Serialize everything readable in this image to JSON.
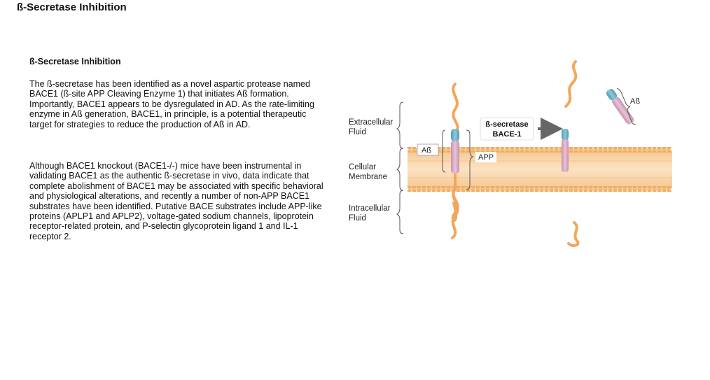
{
  "page": {
    "title": "ß-Secretase Inhibition"
  },
  "article": {
    "heading": "ß-Secretase Inhibition",
    "paragraphs": [
      "The ß-secretase has been identified as a novel aspartic protease named BACE1 (ß-site APP Cleaving Enzyme 1) that initiates Aß formation. Importantly, BACE1 appears to be dysregulated in AD. As the rate-limiting enzyme in Aß generation, BACE1, in principle, is a potential therapeutic target for strategies to reduce the production of Aß in AD.",
      "Although BACE1 knockout (BACE1-/-) mice have been instrumental in validating BACE1 as the authentic ß-secretase in vivo, data indicate that complete abolishment of BACE1 may be associated with specific behavioral and physiological alterations, and recently a number of non-APP BACE1 substrates have been identified. Putative BACE substrates include APP-like proteins (APLP1 and APLP2), voltage-gated sodium channels, lipoprotein receptor-related protein, and P-selectin glycoprotein ligand 1 and IL-1 receptor 2."
    ]
  },
  "diagram": {
    "region_labels": {
      "extracellular": [
        "Extracellular",
        "Fluid"
      ],
      "membrane": [
        "Cellular",
        "Membrane"
      ],
      "intracellular": [
        "Intracellular",
        "Fluid"
      ]
    },
    "labels": {
      "abeta_left": "Aß",
      "app": "APP",
      "abeta_right": "Aß"
    },
    "enzyme": {
      "line1": "ß-secretase",
      "line2": "BACE-1"
    },
    "colors": {
      "membrane_fill": "#f6cfa0",
      "membrane_head": "#f0ad62",
      "peptide_strand": "#f2a65a",
      "app_body": "#d9a6c2",
      "app_tip": "#6fb3c8",
      "arrow": "#666666"
    }
  }
}
